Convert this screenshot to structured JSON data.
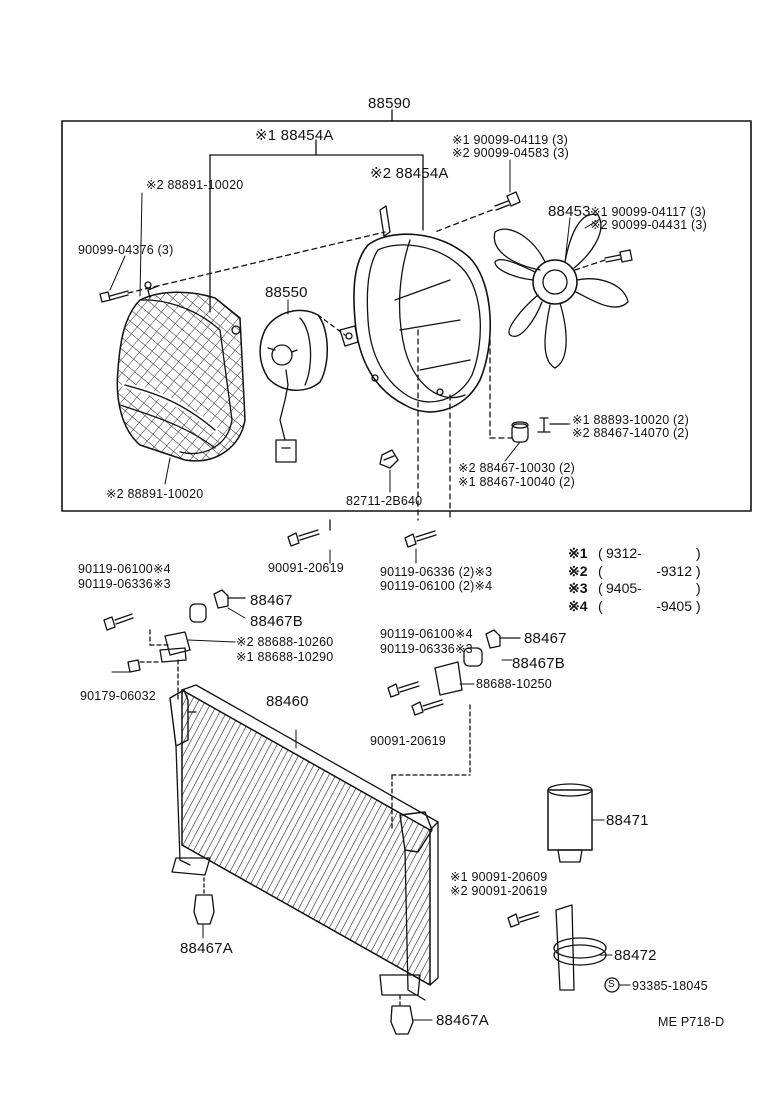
{
  "assembly": "88590",
  "labels": {
    "fan_shroud_a1": "※1 88454A",
    "fan_shroud_a2": "※2 88454A",
    "bolt_04119": "※1 90099-04119 (3)",
    "bolt_04583": "※2 90099-04583 (3)",
    "fan": "88453",
    "bolt_04117": "※1 90099-04117 (3)",
    "bolt_04431": "※2 90099-04431 (3)",
    "shroud_10020_top": "※2 88891-10020",
    "bolt_04376": "90099-04376 (3)",
    "motor": "88550",
    "shroud_10020_bottom": "※2 88891-10020",
    "cushion_10020": "※1 88893-10020 (2)",
    "cushion_14070": "※2 88467-14070 (2)",
    "cushion_10030": "※2 88467-10030 (2)",
    "cushion_10040": "※1 88467-10040 (2)",
    "clip": "82711-2B640",
    "bolt_20619_a": "90091-20619",
    "bolt_06336_b": "90119-06336 (2)※3",
    "bolt_06100_b": "90119-06100 (2)※4",
    "bolt_06100_l": "90119-06100※4",
    "bolt_06336_l": "90119-06336※3",
    "insulator_l": "88467",
    "cushion_l": "88467B",
    "bracket_10260": "※2 88688-10260",
    "bracket_10290": "※1 88688-10290",
    "nut_06032": "90179-06032",
    "condenser": "88460",
    "bolt_06100_r": "90119-06100※4",
    "bolt_06336_r": "90119-06336※3",
    "insulator_r": "88467",
    "cushion_r": "88467B",
    "bracket_10250": "88688-10250",
    "bolt_20619_b": "90091-20619",
    "receiver": "88471",
    "bolt_20609": "※1 90091-20609",
    "bolt_20619_c": "※2 90091-20619",
    "bracket_88472": "88472",
    "screw_18045": "93385-18045",
    "screw_marker": "S",
    "mount_lower_l": "88467A",
    "mount_lower_r": "88467A",
    "diagram_code": "ME P718-D"
  },
  "legend": [
    {
      "key": "※1",
      "range": "9312-"
    },
    {
      "key": "※2",
      "range": "-9312"
    },
    {
      "key": "※3",
      "range": "9405-"
    },
    {
      "key": "※4",
      "range": "-9405"
    }
  ]
}
